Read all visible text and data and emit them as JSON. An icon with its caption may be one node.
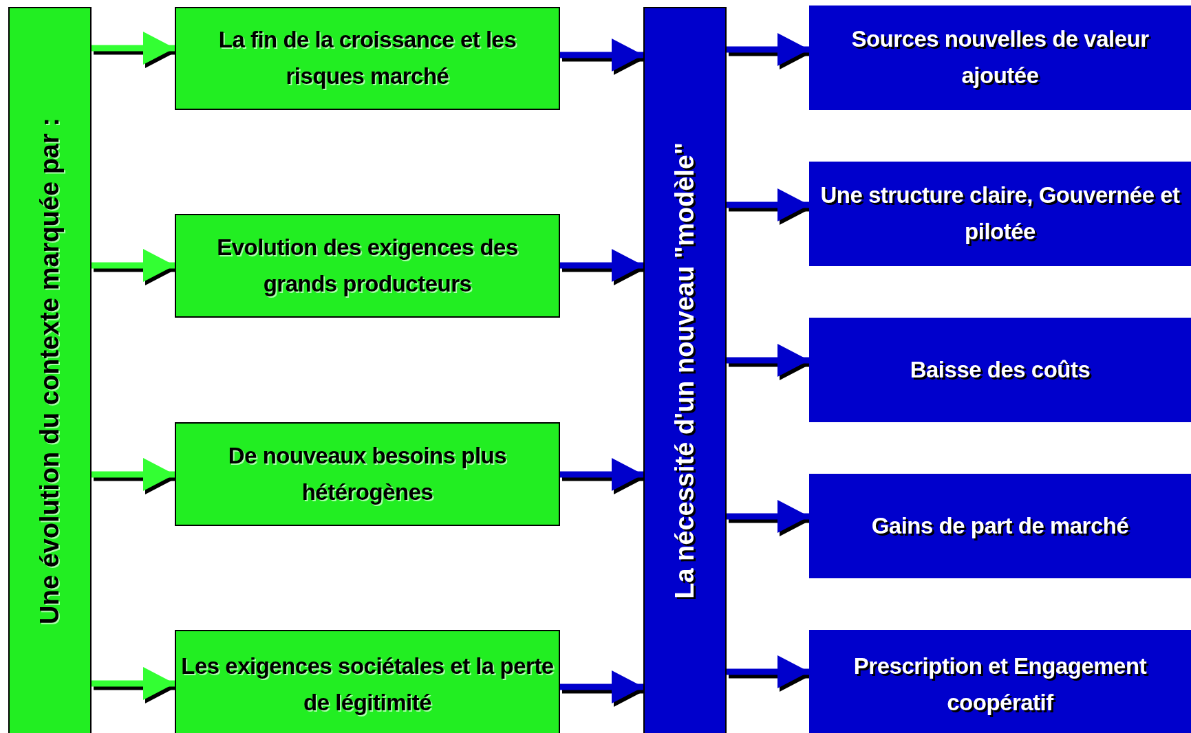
{
  "diagram": {
    "nodes": [
      {
        "text": [
          "Une évolution du contexte marquée par :"
        ]
      },
      {
        "text": [
          "La fin de la croissance et les risques marché"
        ]
      },
      {
        "text": [
          "Evolution des exigences des grands producteurs"
        ]
      },
      {
        "text": [
          "De nouveaux besoins plus hétérogènes"
        ]
      },
      {
        "text": [
          "Les exigences sociétales et la perte de légitimité"
        ]
      },
      {
        "text": [
          "La nécessité d'un nouveau \"modèle\""
        ]
      },
      {
        "text": [
          "Sources nouvelles de valeur ajoutée"
        ]
      },
      {
        "text": [
          "Une structure claire, Gouvernée et pilotée"
        ]
      },
      {
        "text": [
          "Baisse des coûts"
        ]
      },
      {
        "text": [
          "Gains de part de marché"
        ]
      },
      {
        "text": [
          "Prescription et Engagement coopératif"
        ]
      }
    ],
    "edges": [
      {
        "from": 0,
        "to": 1,
        "arrow": "to",
        "color": "#33ff33"
      },
      {
        "from": 0,
        "to": 2,
        "arrow": "to",
        "color": "#33ff33"
      },
      {
        "from": 0,
        "to": 3,
        "arrow": "to",
        "color": "#33ff33"
      },
      {
        "from": 0,
        "to": 4,
        "arrow": "to",
        "color": "#33ff33"
      },
      {
        "from": 1,
        "to": 5,
        "arrow": "to"
      },
      {
        "from": 2,
        "to": 5,
        "arrow": "to"
      },
      {
        "from": 3,
        "to": 5,
        "arrow": "to"
      },
      {
        "from": 4,
        "to": 5,
        "arrow": "to"
      },
      {
        "from": 5,
        "to": 6,
        "arrow": "to"
      },
      {
        "from": 5,
        "to": 7,
        "arrow": "to"
      },
      {
        "from": 5,
        "to": 8,
        "arrow": "to"
      },
      {
        "from": 5,
        "to": 9,
        "arrow": "to"
      },
      {
        "from": 5,
        "to": 10,
        "arrow": "to"
      }
    ]
  }
}
